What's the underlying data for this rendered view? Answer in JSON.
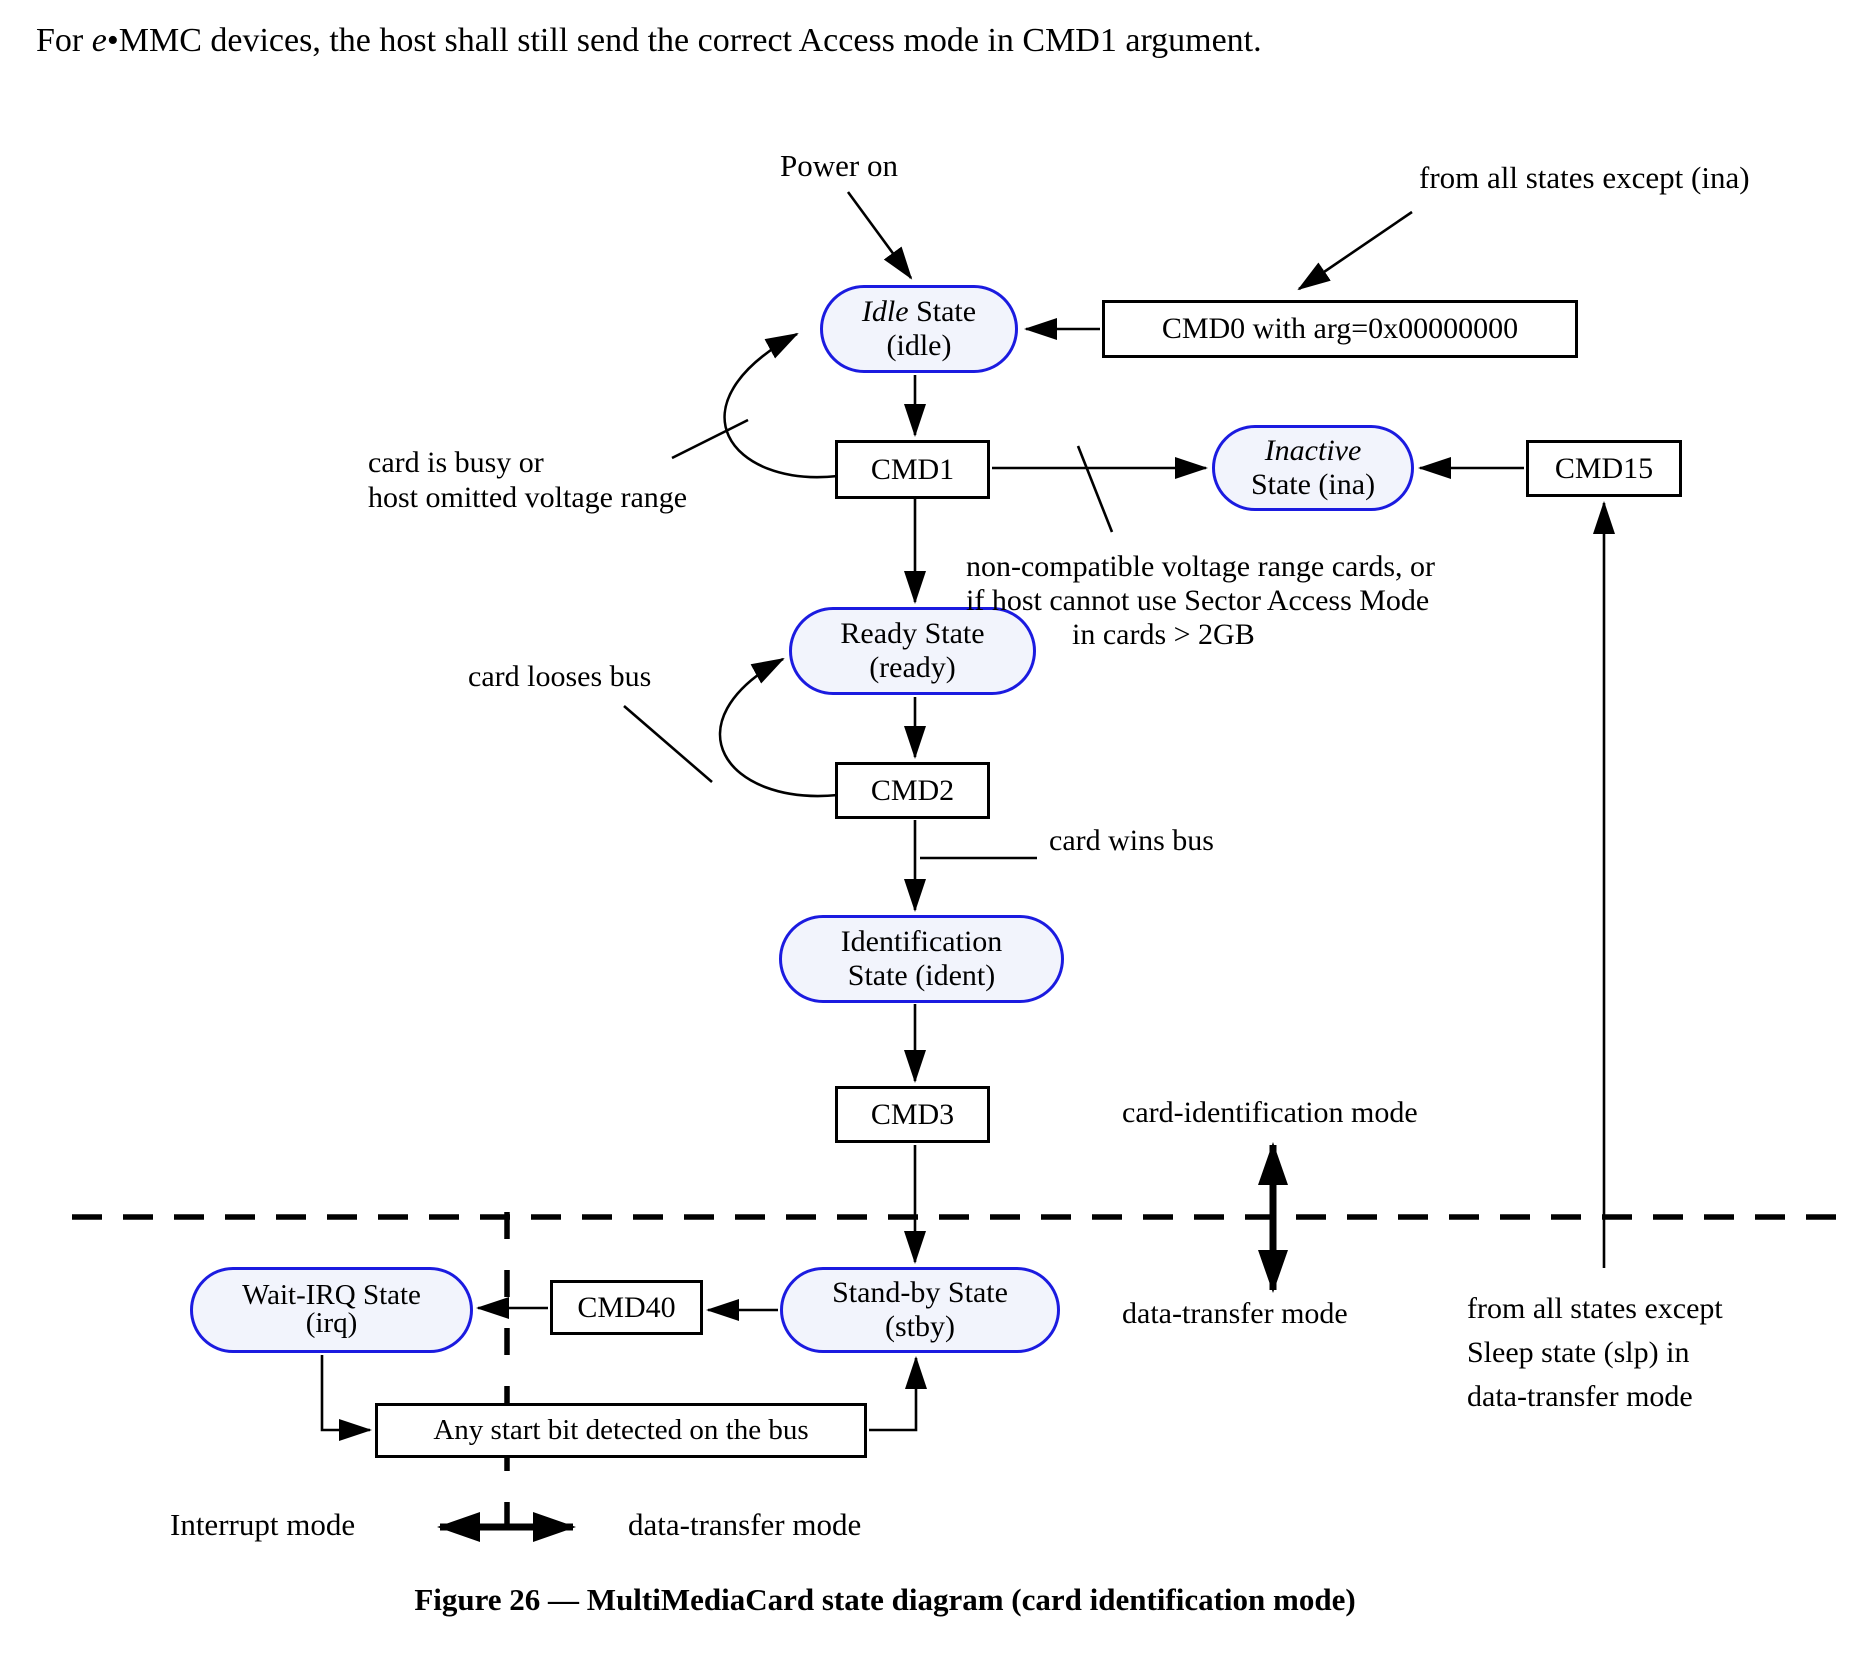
{
  "intro": {
    "pre": "For ",
    "emph": "e",
    "post": "•MMC devices, the host shall still send the correct Access mode in CMD1 argument."
  },
  "states": {
    "idle": {
      "line1_emph": "Idle",
      "line1_rest": " State",
      "line2": "(idle)"
    },
    "inactive": {
      "line1_emph": "Inactive",
      "line1_rest": "",
      "line2": "State (ina)"
    },
    "ready": {
      "line1": "Ready State",
      "line2": "(ready)"
    },
    "ident": {
      "line1": "Identification",
      "line2": "State (ident)"
    },
    "standby": {
      "line1": "Stand-by State",
      "line2": "(stby)"
    },
    "waitirq": {
      "line1": "Wait-IRQ State",
      "line2": "(irq)"
    }
  },
  "commands": {
    "cmd0": "CMD0 with arg=0x00000000",
    "cmd1": "CMD1",
    "cmd2": "CMD2",
    "cmd3": "CMD3",
    "cmd15": "CMD15",
    "cmd40": "CMD40",
    "any_start": "Any start bit detected on the bus"
  },
  "labels": {
    "power_on": "Power on",
    "from_all_except_ina": "from all states except (ina)",
    "card_busy_1": "card is busy or",
    "card_busy_2": "host omitted voltage range",
    "non_compat_1": "non-compatible voltage range cards, or",
    "non_compat_2": "if host cannot use Sector Access Mode",
    "non_compat_3": "in cards > 2GB",
    "card_looses": "card looses bus",
    "card_wins": "card wins bus",
    "card_id_mode": "card-identification mode",
    "data_transfer_mode": "data-transfer mode",
    "from_all_except_sleep_1": "from all states except",
    "from_all_except_sleep_2": "Sleep state (slp) in",
    "from_all_except_sleep_3": "data-transfer mode",
    "interrupt_mode": "Interrupt mode",
    "data_transfer_mode_bottom": "data-transfer mode"
  },
  "caption": "Figure 26 — MultiMediaCard state diagram (card identification mode)",
  "colors": {
    "state-border": "#1b1be0",
    "state-fill": "#f2f4fc",
    "line": "#000000",
    "text": "#000000"
  }
}
